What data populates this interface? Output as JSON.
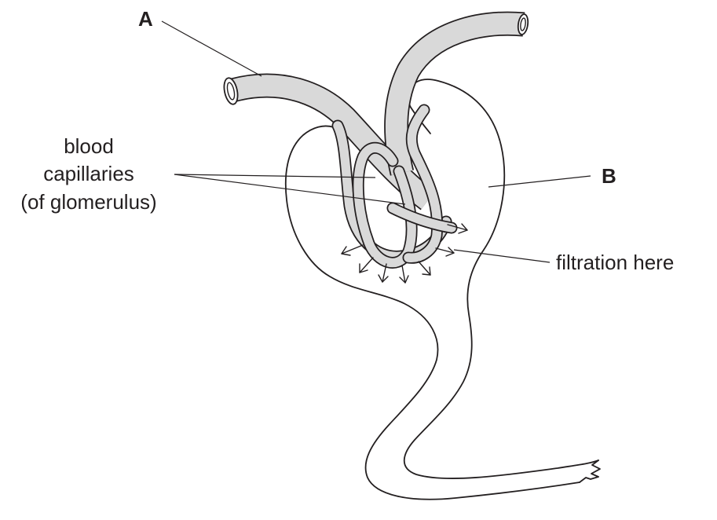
{
  "labels": {
    "a": "A",
    "b": "B",
    "capillaries": [
      "blood",
      "capillaries",
      "(of glomerulus)"
    ],
    "filtration": "filtration here"
  },
  "colors": {
    "ink": "#231f20",
    "vessel_fill": "#d9d9d9",
    "background": "#ffffff"
  }
}
